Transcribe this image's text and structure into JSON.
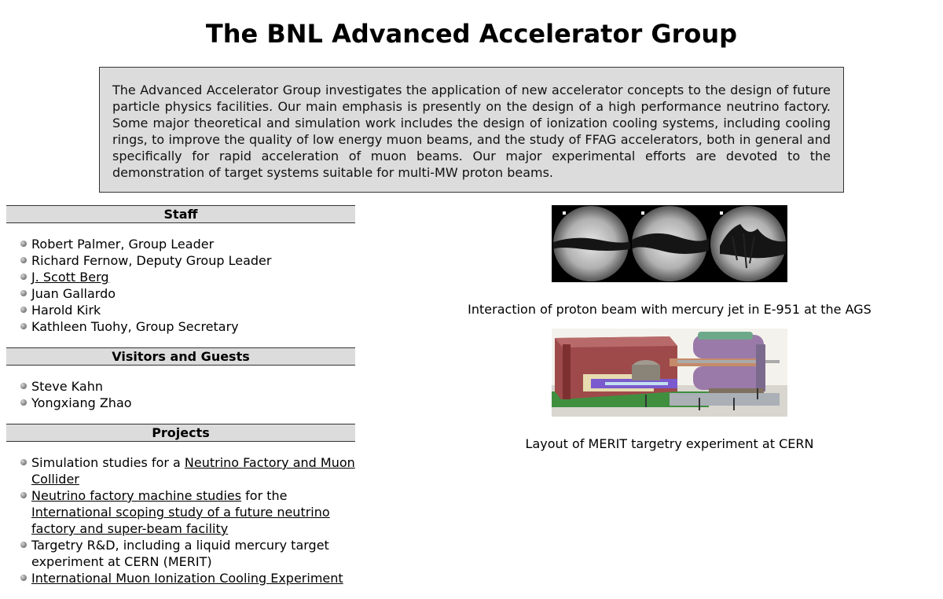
{
  "page": {
    "title": "The BNL Advanced Accelerator Group",
    "intro": "The Advanced Accelerator Group investigates the application of new accelerator concepts to the design of future particle physics facilities. Our main emphasis is presently on the design of a high performance neutrino factory. Some major theoretical and simulation work includes the design of ionization cooling systems, including cooling rings, to improve the quality of low energy muon beams, and the study of FFAG accelerators, both in general and specifically for rapid acceleration of muon beams. Our major experimental efforts are devoted to the demonstration of target systems suitable for multi-MW proton beams."
  },
  "staff": {
    "header": "Staff",
    "items": [
      {
        "text": "Robert Palmer, Group Leader"
      },
      {
        "text": "Richard Fernow, Deputy Group Leader"
      },
      {
        "link": "J. Scott Berg"
      },
      {
        "text": "Juan Gallardo"
      },
      {
        "text": "Harold Kirk"
      },
      {
        "text": "Kathleen Tuohy, Group Secretary"
      }
    ]
  },
  "visitors": {
    "header": "Visitors and Guests",
    "items": [
      "Steve Kahn",
      "Yongxiang Zhao"
    ]
  },
  "projects": {
    "header": "Projects",
    "item1_pre": "Simulation studies for a ",
    "item1_link": "Neutrino Factory and Muon Collider",
    "item2_link": "Neutrino factory machine studies",
    "item2_mid": " for the ",
    "item2_link2": "International scoping study of a future neutrino factory and super-beam facility",
    "item3_text": "Targetry R&D, including a liquid mercury target experiment at CERN (MERIT)",
    "item4_link": "International Muon Ionization Cooling Experiment"
  },
  "figures": {
    "fig1_caption": "Interaction of proton beam with mercury jet in E-951 at the AGS",
    "fig2_caption": "Layout of MERIT targetry experiment at CERN"
  }
}
